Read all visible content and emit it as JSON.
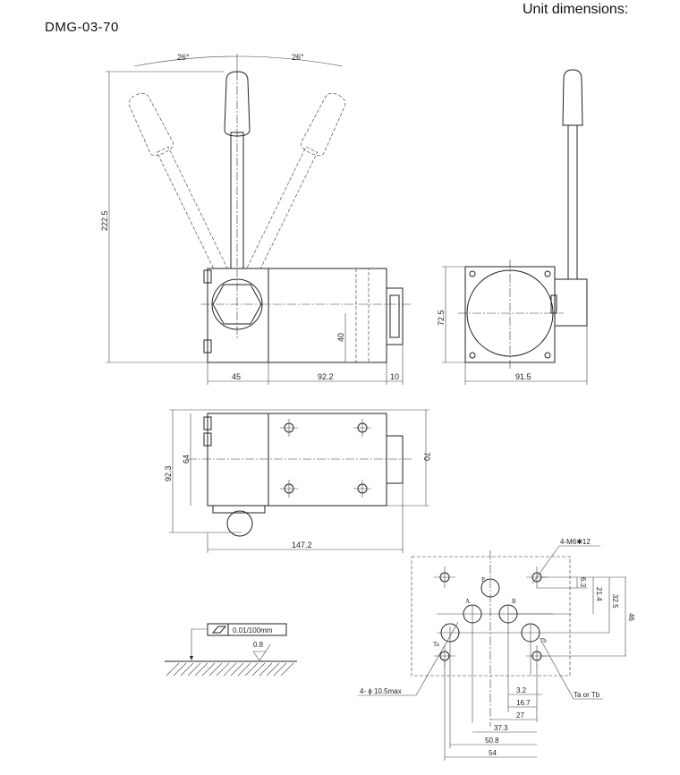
{
  "header": {
    "model": "DMG-03-70",
    "unit_label": "Unit dimensions:"
  },
  "front_view": {
    "angle_left": "26°",
    "angle_right": "26°",
    "height_total": "222.5",
    "dim_block": "45",
    "dim_body": "92.2",
    "dim_connector": "10",
    "dim_height_40": "40"
  },
  "side_view": {
    "height": "72.5",
    "width": "91.5"
  },
  "top_view": {
    "depth_total": "92.3",
    "depth_body": "64",
    "depth_connector": "70",
    "length_total": "147.2"
  },
  "flatness": {
    "tolerance": "0.01/100mm",
    "roughness": "0.8"
  },
  "mounting": {
    "bolt_holes": "4-M6✱12",
    "tank_holes": "4- ϕ 10.5max",
    "port_P": "P",
    "port_A": "A",
    "port_B": "B",
    "port_Ta": "Ta",
    "port_Tb": "Tb",
    "tank_note": "Ta or Tb",
    "vertical_dims": [
      "6.3",
      "21.4",
      "32.5",
      "46"
    ],
    "horizontal_dims": [
      "3.2",
      "16.7",
      "27",
      "37.3",
      "50.8",
      "54"
    ]
  }
}
